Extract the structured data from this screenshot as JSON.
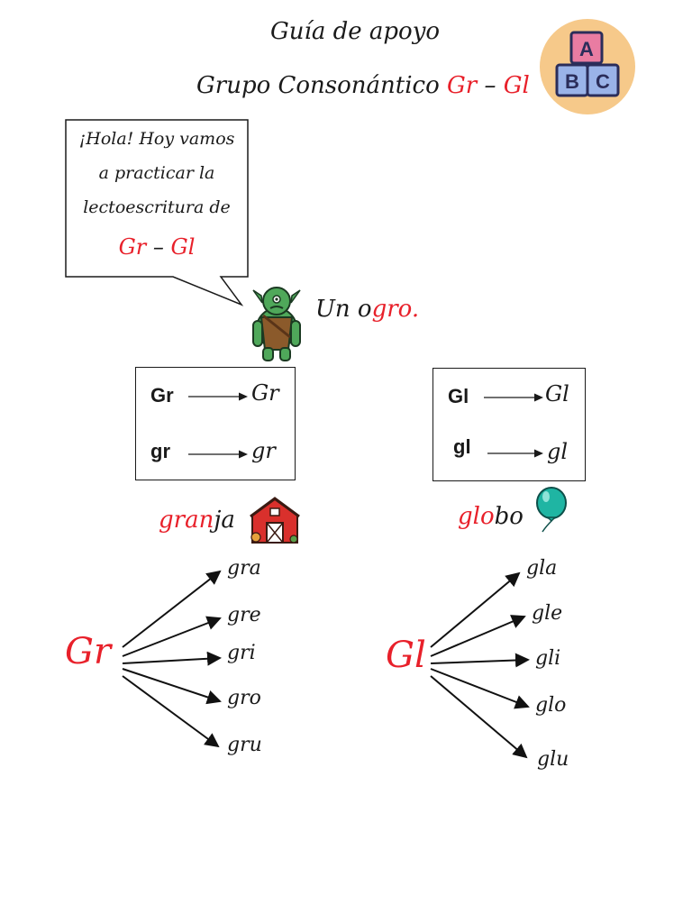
{
  "header": {
    "title": "Guía de apoyo",
    "subtitle_prefix": "Grupo Consonántico",
    "subtitle_gr": "Gr",
    "subtitle_dash": "–",
    "subtitle_gl": "Gl",
    "blocks": {
      "a": "A",
      "b": "B",
      "c": "C"
    }
  },
  "bubble": {
    "line1": "¡Hola! Hoy vamos",
    "line2": "a practicar la",
    "line3": "lectoescritura de",
    "gr": "Gr",
    "dash": "–",
    "gl": "Gl"
  },
  "ogre": {
    "prefix": "Un o",
    "highlight": "gro",
    "suffix": "."
  },
  "box_gr": {
    "upper_print": "Gr",
    "upper_script": "Gr",
    "lower_print": "gr",
    "lower_script": "gr"
  },
  "box_gl": {
    "upper_print": "Gl",
    "upper_script": "Gl",
    "lower_print": "gl",
    "lower_script": "gl"
  },
  "word_gr": {
    "highlight": "gran",
    "rest": "ja"
  },
  "word_gl": {
    "highlight": "glo",
    "rest": "bo"
  },
  "tree_gr": {
    "root": "Gr",
    "syllables": [
      "gra",
      "gre",
      "gri",
      "gro",
      "gru"
    ]
  },
  "tree_gl": {
    "root": "Gl",
    "syllables": [
      "gla",
      "gle",
      "gli",
      "glo",
      "glu"
    ]
  },
  "colors": {
    "accent_red": "#e8202a",
    "block_circle": "#f6c98a",
    "ogre_green": "#4fa85a",
    "balloon": "#1fb5a3",
    "barn_red": "#d9302c"
  }
}
